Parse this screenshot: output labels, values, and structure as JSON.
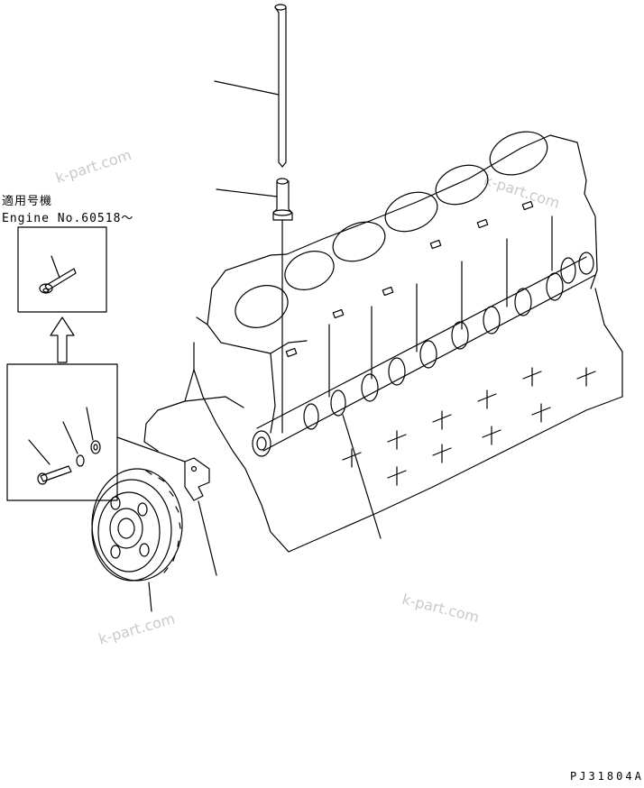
{
  "applicability": {
    "title_jp": "適用号機",
    "engine_no": "Engine No.60518～"
  },
  "drawing_code": "PJ31804A",
  "watermarks": [
    "k-part.com",
    "k-part.com",
    "k-part.com",
    "k-part.com"
  ],
  "colors": {
    "line": "#000000",
    "watermark": "#c9c9c9",
    "background": "#ffffff"
  }
}
